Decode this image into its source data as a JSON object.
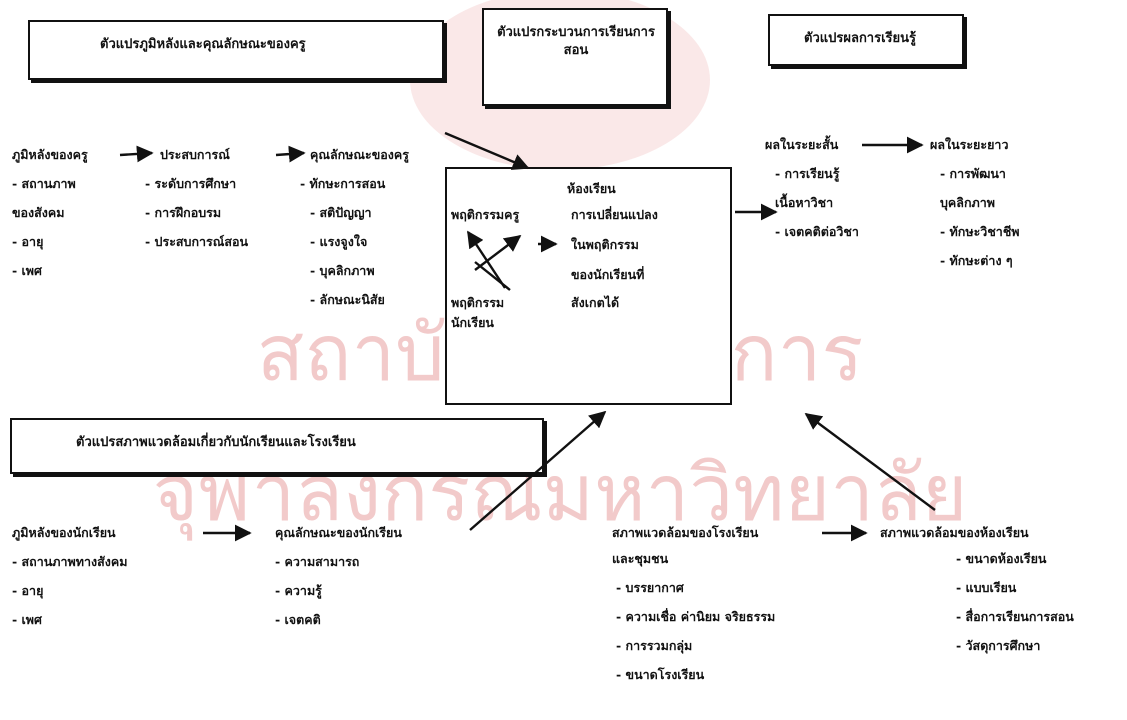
{
  "watermark": {
    "line1": "สถาบันวิทยบริการ",
    "line2": "จุฬาลงกรณ์มหาวิทยาลัย"
  },
  "boxes": {
    "teacher": "ตัวแปรภูมิหลังและคุณลักษณะของครู",
    "process": "ตัวแปรกระบวนการเรียนการสอน",
    "outcome": "ตัวแปรผลการเรียนรู้",
    "environment": "ตัวแปรสภาพแวดล้อมเกี่ยวกับนักเรียนและโรงเรียน"
  },
  "teacher": {
    "background": {
      "head": "ภูมิหลังของครู",
      "items": [
        "- สถานภาพ",
        "ของสังคม",
        "- อายุ",
        "- เพศ"
      ]
    },
    "experience": {
      "head": "ประสบการณ์",
      "items": [
        "- ระดับการศึกษา",
        "- การฝึกอบรม",
        "- ประสบการณ์สอน"
      ]
    },
    "traits": {
      "head": "คุณลักษณะของครู",
      "items": [
        "- ทักษะการสอน",
        "- สติปัญญา",
        "- แรงจูงใจ",
        "- บุคลิกภาพ",
        "- ลักษณะนิสัย"
      ]
    }
  },
  "classroom": {
    "title": "ห้องเรียน",
    "teacher_behavior": "พฤติกรรมครู",
    "student_behavior": [
      "พฤติกรรม",
      "นักเรียน"
    ],
    "change": [
      "การเปลี่ยนแปลง",
      "ในพฤติกรรม",
      "ของนักเรียนที่",
      "สังเกตได้"
    ]
  },
  "outcome": {
    "short": {
      "head": "ผลในระยะสั้น",
      "items": [
        "- การเรียนรู้",
        "เนื้อหาวิชา",
        "- เจตคติต่อวิชา"
      ]
    },
    "long": {
      "head": "ผลในระยะยาว",
      "items": [
        "- การพัฒนา",
        "บุคลิกภาพ",
        "- ทักษะวิชาชีพ",
        "- ทักษะต่าง ๆ"
      ]
    }
  },
  "student": {
    "background": {
      "head": "ภูมิหลังของนักเรียน",
      "items": [
        "- สถานภาพทางสังคม",
        "- อายุ",
        "- เพศ"
      ]
    },
    "traits": {
      "head": "คุณลักษณะของนักเรียน",
      "items": [
        "- ความสามารถ",
        "- ความรู้",
        "- เจตคติ"
      ]
    }
  },
  "school": {
    "env": {
      "head": "สภาพแวดล้อมของโรงเรียน",
      "items": [
        "และชุมชน",
        "- บรรยากาศ",
        "- ความเชื่อ ค่านิยม จริยธรรม",
        "- การรวมกลุ่ม",
        "- ขนาดโรงเรียน"
      ]
    },
    "classroom_env": {
      "head": "สภาพแวดล้อมของห้องเรียน",
      "items": [
        "- ขนาดห้องเรียน",
        "- แบบเรียน",
        "- สื่อการเรียนการสอน",
        "- วัสดุการศึกษา"
      ]
    }
  }
}
